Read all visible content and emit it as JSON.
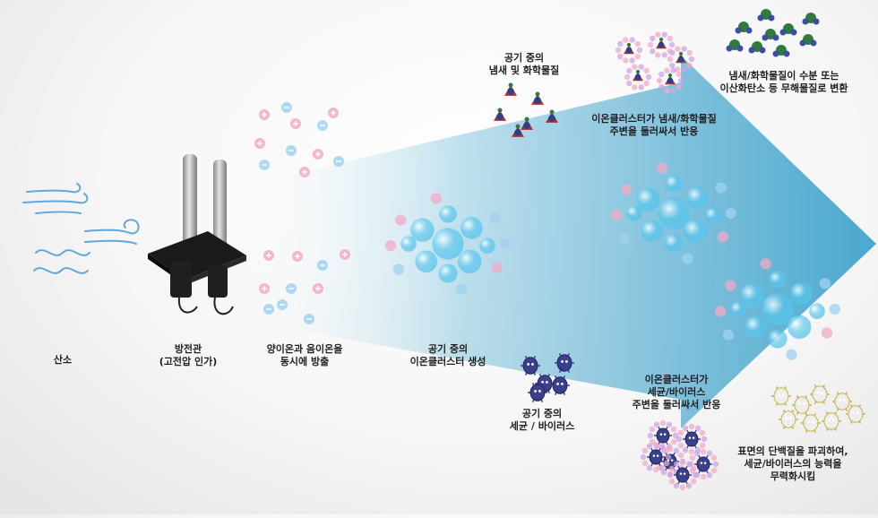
{
  "labels": {
    "oxygen": "산소",
    "discharge_tube": [
      "방전관",
      "(고전압 인가)"
    ],
    "ion_emission": [
      "양이온과 음이온을",
      "동시에 방출"
    ],
    "cluster_creation": [
      "공기 중의",
      "이온클러스터 생성"
    ],
    "odor_in_air": [
      "공기 중의",
      "냄새 및 화학물질"
    ],
    "cluster_surround_odor": [
      "이온클러스터가 냄새/화학물질",
      "주변을 둘러싸서 반응"
    ],
    "odor_converted": [
      "냄새/화학물질이 수분 또는",
      "이산화탄소 등 무해물질로 변환"
    ],
    "bacteria_in_air": [
      "공기 중의",
      "세균 / 바이러스"
    ],
    "cluster_surround_bacteria": [
      "이온클러스터가",
      "세균/바이러스",
      "주변을 둘러싸서 반응"
    ],
    "neutralized": [
      "표면의 단백질을 파괴하여,",
      "세균/바이러스의 능력을",
      "무력화시킴"
    ]
  },
  "colors": {
    "arrow_start": "#ffffff",
    "arrow_end": "#4aa8cf",
    "positive_ion": "#f3a9c6",
    "negative_ion": "#9fd2f1",
    "cluster": "#56c5ec",
    "odor_molecule": "#b03030",
    "bacteria": "#3b3f8c",
    "harmless_molecule": "#2f7a3c",
    "wind": "#5fa9d9"
  },
  "icons": [
    "wind-icon",
    "discharge-tube-icon",
    "positive-ion-icon",
    "negative-ion-icon",
    "ion-cluster-icon",
    "odor-molecule-icon",
    "bacteria-icon",
    "harmless-molecule-icon"
  ]
}
